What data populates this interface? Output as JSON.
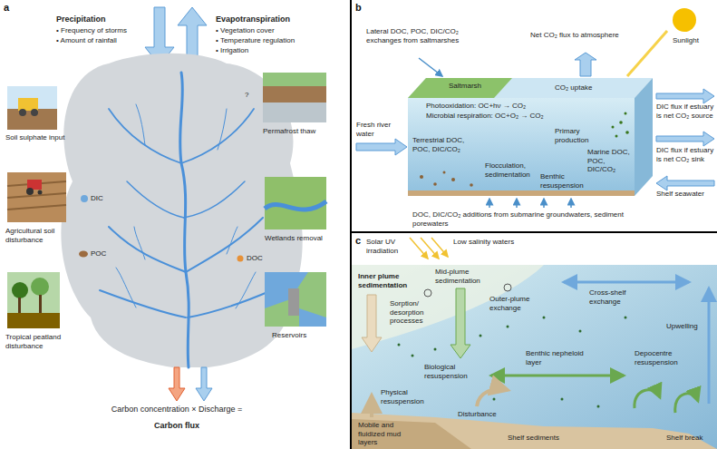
{
  "diagram": {
    "nodes": [
      {
        "text": [
          "a"
        ]
      },
      {
        "text": [
          "b"
        ]
      },
      {
        "text": [
          "c"
        ]
      }
    ],
    "labels": [
      "Precipitation",
      "• Frequency of storms",
      "• Amount of rainfall",
      "Evapotranspiration",
      "• Vegetation cover",
      "• Temperature regulation",
      "• Irrigation",
      "Soil sulphate input",
      "Agricultural soil disturbance",
      "Tropical peatland disturbance",
      "Permafrost thaw",
      "Wetlands removal",
      "Reservoirs",
      "DIC",
      "POC",
      "DOC",
      "?",
      "Carbon concentration × Discharge =",
      "Carbon flux",
      "Lateral DOC, POC, DIC/CO₂ exchanges from saltmarshes",
      "Net CO₂ flux to atmosphere",
      "Sunlight",
      "Saltmarsh",
      "Photooxidation: OC+hν → CO₂",
      "Microbial respiration: OC+O₂ → CO₂",
      "CO₂ uptake",
      "Fresh river water",
      "Terrestrial DOC, POC, DIC/CO₂",
      "Flocculation, sedimentation",
      "Primary production",
      "DIC flux if estuary is net CO₂ source",
      "DIC flux if estuary is net CO₂ sink",
      "Benthic resuspension",
      "Marine DOC, POC, DIC/CO₂",
      "Shelf seawater",
      "DOC, DIC/CO₂ additions from submarine groundwaters, sediment porewaters",
      "Solar UV irradiation",
      "Low salinity waters",
      "Inner plume sedimentation",
      "Mid-plume sedimentation",
      "Sorption/ desorption processes",
      "Outer-plume exchange",
      "Cross-shelf exchange",
      "Upwelling",
      "Biological resuspension",
      "Benthic nepheloid layer",
      "Physical resuspension",
      "Disturbance",
      "Depocentre resuspension",
      "Mobile and fluidized mud layers",
      "Shelf sediments",
      "Shelf break"
    ]
  }
}
